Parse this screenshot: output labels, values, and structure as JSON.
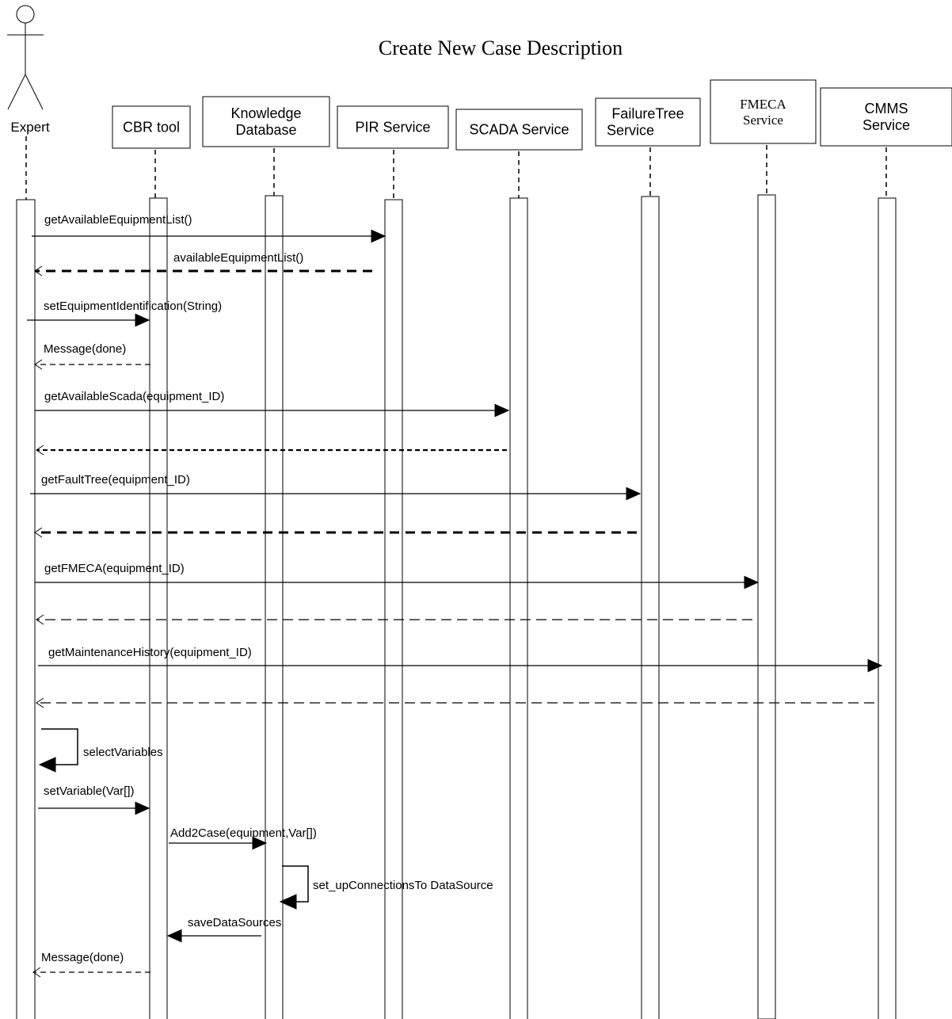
{
  "title": "Create New Case Description",
  "actor": {
    "label": "Expert"
  },
  "participants": [
    {
      "id": "cbr",
      "lines": [
        "CBR tool"
      ],
      "font": "sans"
    },
    {
      "id": "kdb",
      "lines": [
        "Knowledge",
        "Database"
      ],
      "font": "sans"
    },
    {
      "id": "pir",
      "lines": [
        "PIR Service"
      ],
      "font": "sans"
    },
    {
      "id": "scada",
      "lines": [
        "SCADA Service"
      ],
      "font": "sans"
    },
    {
      "id": "ftree",
      "lines": [
        "FailureTree",
        "Service"
      ],
      "font": "sans"
    },
    {
      "id": "fmeca",
      "lines": [
        "FMECA",
        "Service"
      ],
      "font": "serif"
    },
    {
      "id": "cmms",
      "lines": [
        "CMMS",
        "Service"
      ],
      "font": "sans"
    }
  ],
  "messages": [
    {
      "label": "getAvailableEquipmentList()",
      "from": "expert",
      "to": "pir",
      "kind": "call"
    },
    {
      "label": "availableEquipmentList()",
      "from": "pir",
      "to": "expert",
      "kind": "return-heavy"
    },
    {
      "label": "setEquipmentIdentification(String)",
      "from": "expert",
      "to": "cbr",
      "kind": "call"
    },
    {
      "label": "Message(done)",
      "from": "cbr",
      "to": "expert",
      "kind": "return"
    },
    {
      "label": "getAvailableScada(equipment_ID)",
      "from": "expert",
      "to": "scada",
      "kind": "call"
    },
    {
      "label": "",
      "from": "scada",
      "to": "expert",
      "kind": "return-medium"
    },
    {
      "label": "getFaultTree(equipment_ID)",
      "from": "expert",
      "to": "ftree",
      "kind": "call"
    },
    {
      "label": "",
      "from": "ftree",
      "to": "expert",
      "kind": "return-heavy"
    },
    {
      "label": "getFMECA(equipment_ID)",
      "from": "expert",
      "to": "fmeca",
      "kind": "call"
    },
    {
      "label": "",
      "from": "fmeca",
      "to": "expert",
      "kind": "return-long"
    },
    {
      "label": "getMaintenanceHistory(equipment_ID)",
      "from": "expert",
      "to": "cmms",
      "kind": "call"
    },
    {
      "label": "",
      "from": "cmms",
      "to": "expert",
      "kind": "return-long"
    },
    {
      "label": "selectVariables",
      "from": "expert",
      "to": "expert",
      "kind": "self"
    },
    {
      "label": "setVariable(Var[])",
      "from": "expert",
      "to": "cbr",
      "kind": "call"
    },
    {
      "label": "Add2Case(equipment,Var[])",
      "from": "cbr",
      "to": "kdb",
      "kind": "call"
    },
    {
      "label": "set_upConnectionsTo DataSource",
      "from": "kdb",
      "to": "kdb",
      "kind": "self"
    },
    {
      "label": "saveDataSources",
      "from": "kdb",
      "to": "cbr",
      "kind": "call"
    },
    {
      "label": "Message(done)",
      "from": "cbr",
      "to": "expert",
      "kind": "return"
    }
  ]
}
